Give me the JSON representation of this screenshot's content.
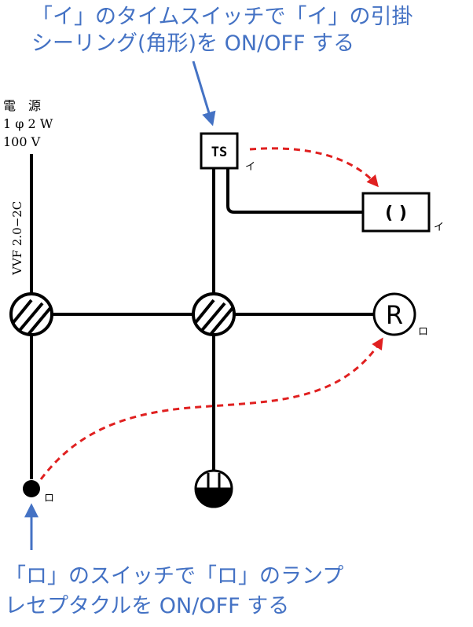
{
  "captions": {
    "top_line1": "「イ」のタイムスイッチで「イ」の引掛",
    "top_line2": "シーリング(角形)を ON/OFF する",
    "bottom_line1": "「ロ」のスイッチで「ロ」のランプ",
    "bottom_line2": "レセプタクルを ON/OFF する"
  },
  "source": {
    "line1": "電　源",
    "line2": "1 φ 2 W",
    "line3": "100 V"
  },
  "cable": "VVF 2.0−2C",
  "devices": {
    "timer_switch_label": "TS",
    "timer_switch_tag": "イ",
    "ceiling_label": "( )",
    "ceiling_tag": "イ",
    "receptacle_label": "R",
    "receptacle_tag": "ロ",
    "switch_tag": "ロ"
  },
  "colors": {
    "arrow_blue": "#4472c4",
    "dashed_red": "#e02020",
    "wire": "#000000"
  }
}
